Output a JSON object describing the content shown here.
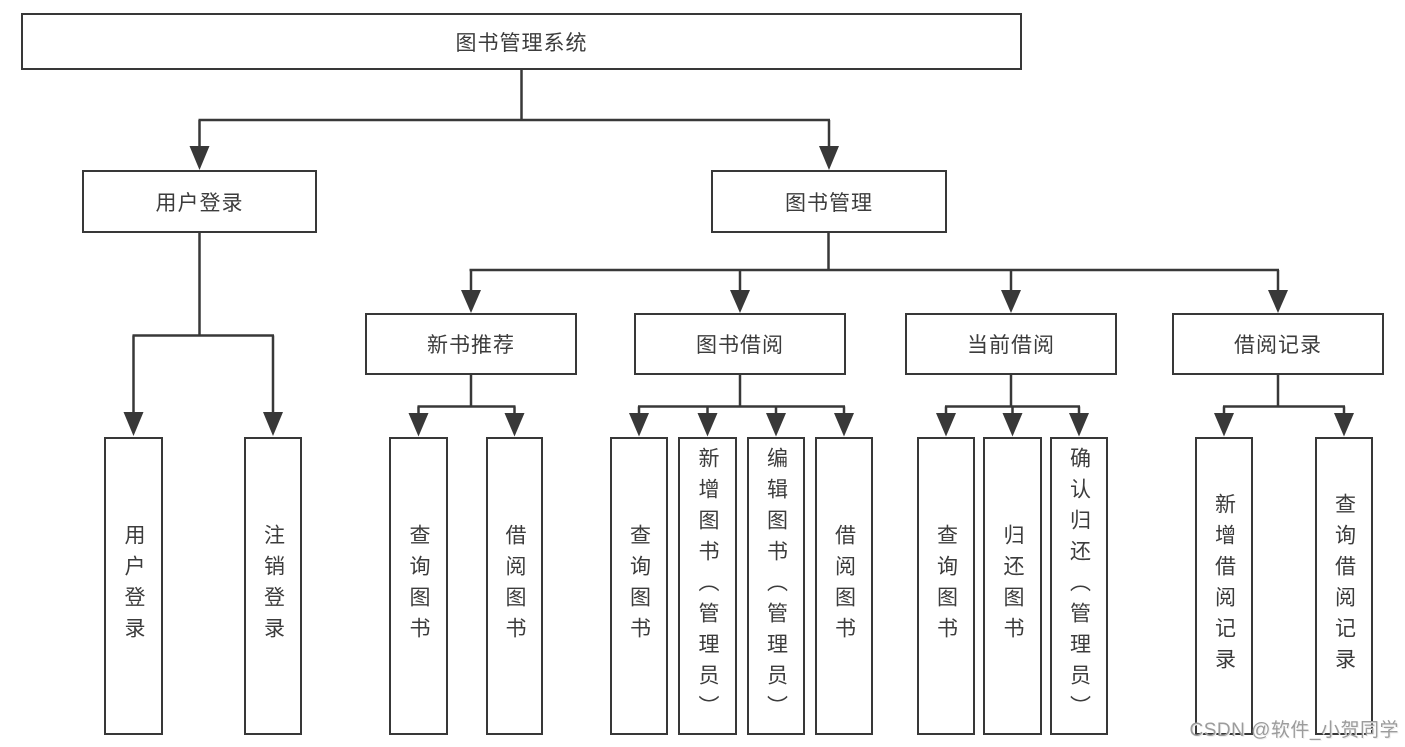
{
  "diagram": {
    "root": {
      "label": "图书管理系统"
    },
    "branches": [
      {
        "label": "用户登录",
        "children": [
          "用户登录",
          "注销登录"
        ]
      },
      {
        "label": "图书管理"
      }
    ],
    "modules": [
      {
        "label": "新书推荐",
        "children": [
          "查询图书",
          "借阅图书"
        ]
      },
      {
        "label": "图书借阅",
        "children": [
          "查询图书",
          "新增图书（管理员）",
          "编辑图书（管理员）",
          "借阅图书"
        ]
      },
      {
        "label": "当前借阅",
        "children": [
          "查询图书",
          "归还图书",
          "确认归还（管理员）"
        ]
      },
      {
        "label": "借阅记录",
        "children": [
          "新增借阅记录",
          "查询借阅记录"
        ]
      }
    ]
  },
  "watermark": {
    "text": "CSDN @软件_小贺同学"
  },
  "colors": {
    "line": "#383838",
    "text": "#3c3c3c",
    "background": "#ffffff",
    "watermark": "#9c9c9c"
  }
}
